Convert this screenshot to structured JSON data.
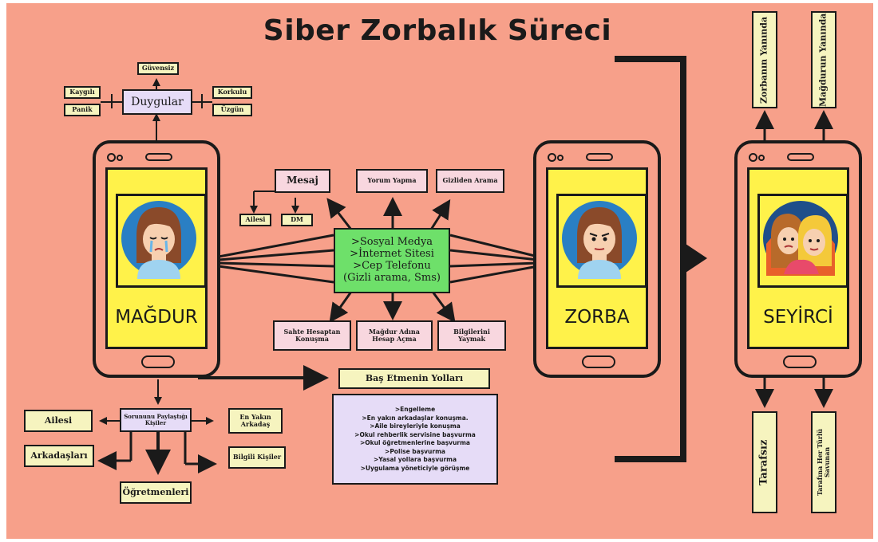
{
  "title": "Siber Zorbalık Süreci",
  "victim": {
    "role": "MAĞDUR",
    "feelings_label": "Duygular",
    "feelings": [
      "Güvensiz",
      "Kaygılı",
      "Panik",
      "Korkulu",
      "Üzgün"
    ],
    "shares_with_label": "Sorununu Paylaştığı Kişiler",
    "shares_with": [
      "Ailesi",
      "Arkadaşları",
      "Öğretmenleri",
      "En Yakın Arkadaş",
      "Bilgili Kişiler"
    ]
  },
  "bully": {
    "role": "ZORBA"
  },
  "bystander": {
    "role": "SEYİRCİ",
    "sides_top": [
      "Zorbanın Yanında",
      "Mağdurun Yanında"
    ],
    "sides_bottom": [
      "Tarafsız",
      "Tarafına Her Türlü Savunan"
    ]
  },
  "channels": {
    "lines": [
      ">Sosyal Medya",
      ">İnternet Sitesi",
      ">Cep Telefonu",
      "(Gizli arama, Sms)"
    ]
  },
  "methods": {
    "mesaj": "Mesaj",
    "mesaj_sub": [
      "Ailesi",
      "DM"
    ],
    "top": [
      "Yorum Yapma",
      "Gizliden Arama"
    ],
    "bottom": [
      "Sahte Hesaptan Konuşma",
      "Mağdur Adına Hesap Açma",
      "Bilgilerini Yaymak"
    ]
  },
  "coping": {
    "title": "Baş Etmenin Yolları",
    "items": [
      ">Engelleme",
      ">En yakın arkadaşlar konuşma.",
      ">Aile bireyleriyle konuşma",
      ">Okul rehberlik servisine başvurma",
      ">Okul öğretmenlerine başvurma",
      ">Polise başvurma",
      ">Yasal yollara başvurma",
      ">Uygulama yöneticiyle görüşme"
    ]
  },
  "colors": {
    "background": "#f7a08a",
    "screen": "#fff24a",
    "channel_box": "#6ee06a",
    "coping_box": "#e6dcf7",
    "pale_box": "#f6f4bf",
    "pink_box": "#f8d7df"
  }
}
